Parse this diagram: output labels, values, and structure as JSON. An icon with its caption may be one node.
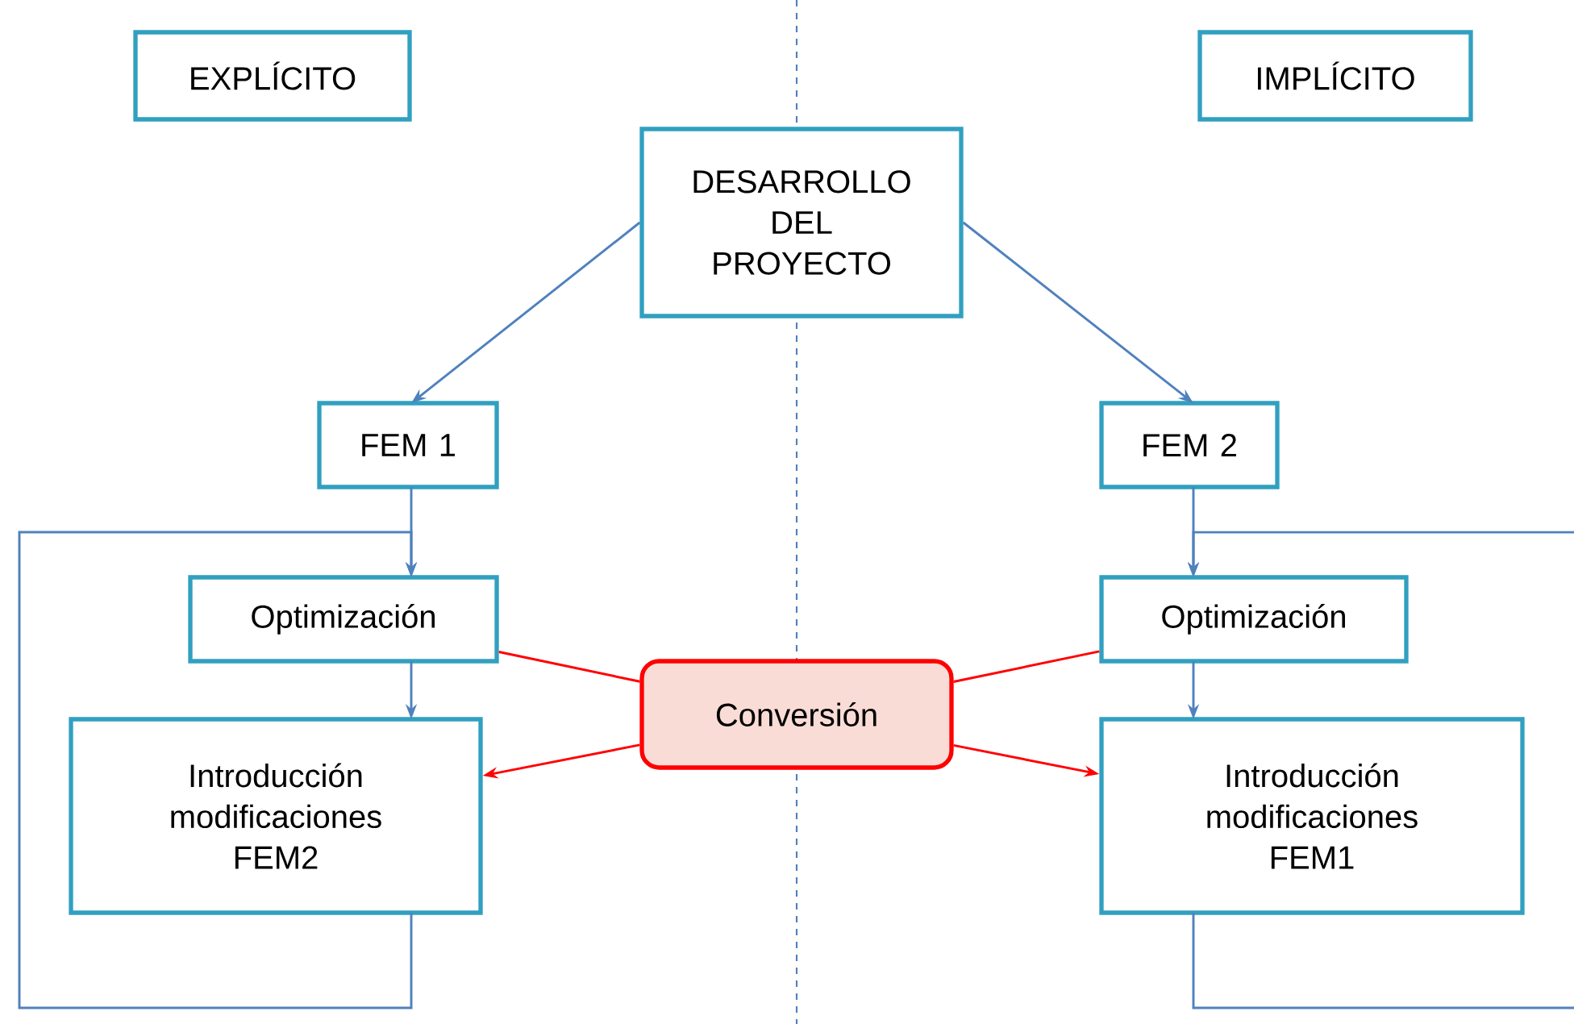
{
  "diagram": {
    "nodes": [
      {
        "text": [
          "EXPLÍCITO"
        ]
      },
      {
        "text": [
          "IMPLÍCITO"
        ]
      },
      {
        "text": [
          "DESARROLLO DEL PROYECTO"
        ]
      },
      {
        "text": [
          "FEM 1"
        ]
      },
      {
        "text": [
          "FEM 2"
        ]
      },
      {
        "text": [
          "Optimización"
        ]
      },
      {
        "text": [
          "Conversión"
        ]
      },
      {
        "text": [
          "Optimización"
        ]
      },
      {
        "text": [
          "Introducción modificaciones FEM2"
        ]
      },
      {
        "text": [
          "Introducción modificaciones FEM1"
        ]
      }
    ],
    "edges": [
      {
        "from": 2,
        "to": 3,
        "arrow": "to"
      },
      {
        "from": 2,
        "to": 4,
        "arrow": "to"
      },
      {
        "from": 3,
        "to": 5,
        "arrow": "to"
      },
      {
        "from": 5,
        "to": 8,
        "arrow": "to"
      },
      {
        "from": 8,
        "to": 5,
        "arrow": "to"
      },
      {
        "from": 4,
        "to": 7,
        "arrow": "to"
      },
      {
        "from": 7,
        "to": 9,
        "arrow": "to"
      },
      {
        "from": 9,
        "to": 7,
        "arrow": "to"
      },
      {
        "from": 5,
        "to": 6,
        "arrow": "none",
        "color": "#ff0000"
      },
      {
        "from": 6,
        "to": 8,
        "arrow": "to",
        "color": "#ff0000"
      },
      {
        "from": 7,
        "to": 6,
        "arrow": "none",
        "color": "#ff0000"
      },
      {
        "from": 6,
        "to": 9,
        "arrow": "to",
        "color": "#ff0000"
      }
    ]
  }
}
